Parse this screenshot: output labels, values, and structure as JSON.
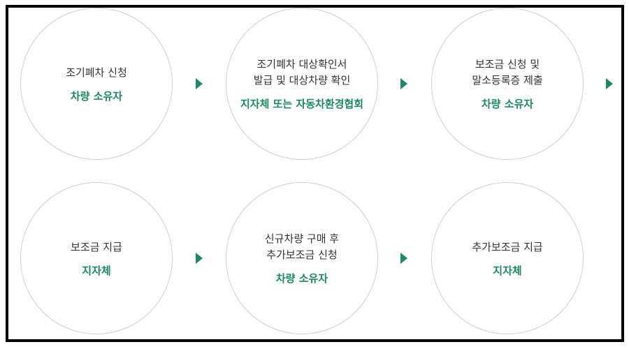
{
  "steps": [
    {
      "title": "조기폐차 신청",
      "actor": "차량 소유자"
    },
    {
      "title": "조기폐차 대상확인서\n발급 및 대상차량 확인",
      "actor": "지자체 또는 자동차환경협회"
    },
    {
      "title": "보조금 신청 및\n말소등록증 제출",
      "actor": "차량 소유자"
    },
    {
      "title": "보조금 지급",
      "actor": "지자체"
    },
    {
      "title": "신규차량 구매 후\n추가보조금 신청",
      "actor": "차량 소유자"
    },
    {
      "title": "추가보조금 지급",
      "actor": "지자체"
    }
  ],
  "colors": {
    "accent": "#1a8a62",
    "text": "#333333",
    "circle_border": "#cfcfcf",
    "frame": "#000000"
  },
  "icons": {
    "arrow": "triangle-right-icon"
  }
}
